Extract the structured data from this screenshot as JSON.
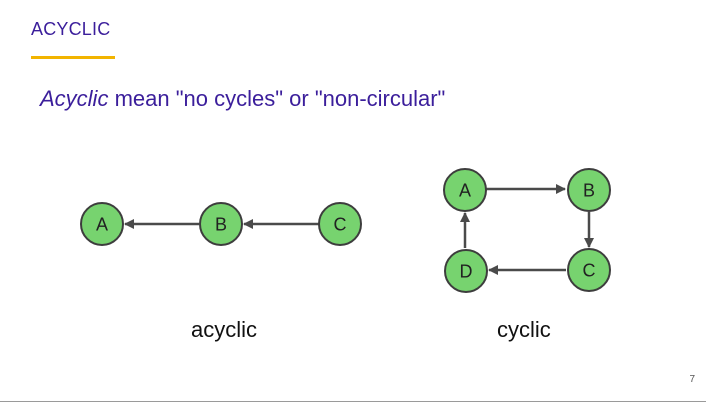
{
  "header": {
    "section_title": "ACYCLIC",
    "accent_color": "#f2b400",
    "title_color": "#3b1e9b"
  },
  "headline": {
    "emphasis": "Acyclic",
    "rest": " mean \"no cycles\" or \"non-circular\""
  },
  "diagrams": {
    "node_fill": "#77d36f",
    "node_stroke": "#3d3d3d",
    "edge_color": "#4a4a4a",
    "acyclic": {
      "caption": "acyclic",
      "nodes": [
        "A",
        "B",
        "C"
      ],
      "edges": [
        {
          "from": "B",
          "to": "A"
        },
        {
          "from": "C",
          "to": "B"
        }
      ]
    },
    "cyclic": {
      "caption": "cyclic",
      "nodes": [
        "A",
        "B",
        "C",
        "D"
      ],
      "edges": [
        {
          "from": "A",
          "to": "B"
        },
        {
          "from": "B",
          "to": "C"
        },
        {
          "from": "C",
          "to": "D"
        },
        {
          "from": "D",
          "to": "A"
        }
      ]
    }
  },
  "footer": {
    "page_number": "7"
  }
}
